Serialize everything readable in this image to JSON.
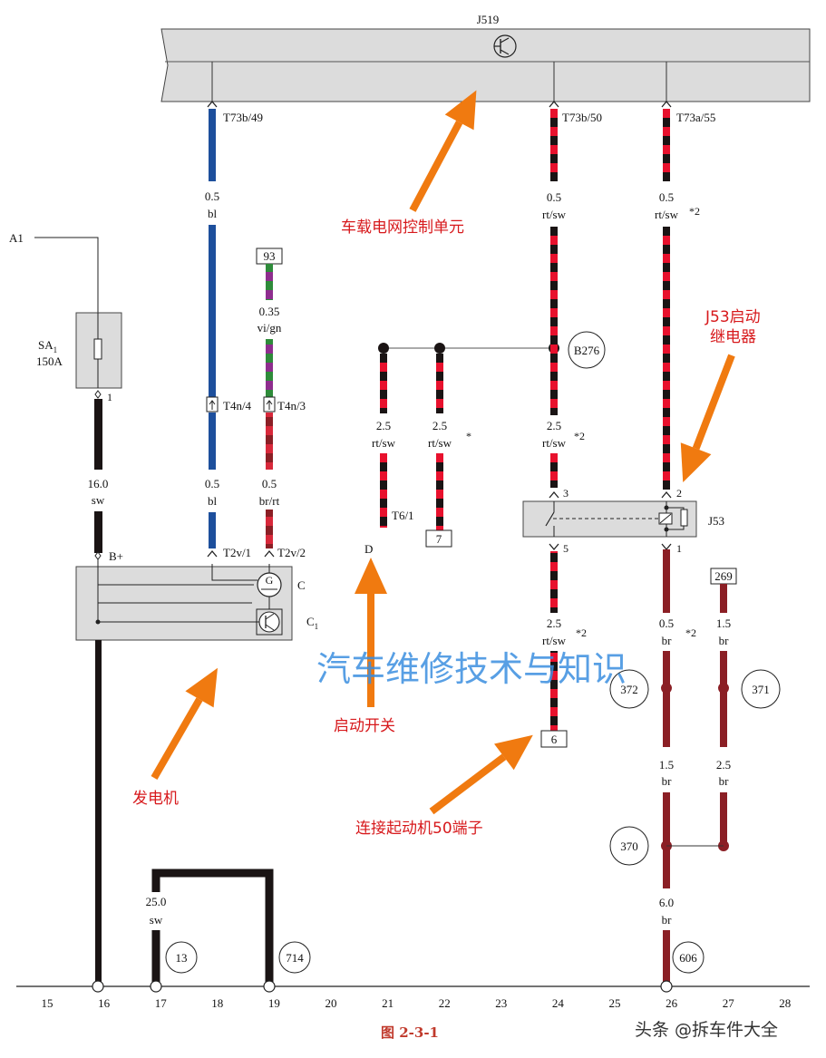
{
  "control_unit": {
    "name": "J519"
  },
  "pins": {
    "t73b49": "T73b/49",
    "t73b50": "T73b/50",
    "t73a55": "T73a/55",
    "t4n4": "T4n/4",
    "t4n3": "T4n/3",
    "t2v1": "T2v/1",
    "t2v2": "T2v/2",
    "t6_1": "T6/1"
  },
  "wires": {
    "w_bl_top": {
      "size": "0.5",
      "color": "bl"
    },
    "w_bl_bot": {
      "size": "0.5",
      "color": "bl"
    },
    "w_vign": {
      "size": "0.35",
      "color": "vi/gn"
    },
    "w_brrt": {
      "size": "0.5",
      "color": "br/rt"
    },
    "w_rtsw_24_top": {
      "size": "0.5",
      "color": "rt/sw"
    },
    "w_rtsw_26_top": {
      "size": "0.5",
      "color": "rt/sw",
      "note": "*2"
    },
    "w_rtsw_21": {
      "size": "2.5",
      "color": "rt/sw"
    },
    "w_rtsw_22": {
      "size": "2.5",
      "color": "rt/sw",
      "note": "*"
    },
    "w_rtsw_24_mid": {
      "size": "2.5",
      "color": "rt/sw",
      "note": "*2"
    },
    "w_rtsw_24_bot": {
      "size": "2.5",
      "color": "rt/sw",
      "note": "*2"
    },
    "w_br_26a": {
      "size": "0.5",
      "color": "br",
      "note": "*2"
    },
    "w_br_27a": {
      "size": "1.5",
      "color": "br"
    },
    "w_br_26b": {
      "size": "1.5",
      "color": "br"
    },
    "w_br_27b": {
      "size": "2.5",
      "color": "br"
    },
    "w_br_26c": {
      "size": "6.0",
      "color": "br"
    },
    "w_sw_16": {
      "size": "16.0",
      "color": "sw"
    },
    "w_sw_17": {
      "size": "25.0",
      "color": "sw"
    }
  },
  "components": {
    "a1": "A1",
    "sa1_main": "SA",
    "sa1_sub": "1",
    "sa1_rating": "150A",
    "sa1_pin": "1",
    "bplus": "B+",
    "gen_c": "C",
    "gen_c1_main": "C",
    "gen_c1_sub": "1",
    "gen_g": "G",
    "d": "D",
    "j53": "J53",
    "j53_pin2": "2",
    "j53_pin1": "1",
    "j53_pin3": "3",
    "j53_pin5": "5"
  },
  "boxes": {
    "b93": "93",
    "b7": "7",
    "b6": "6",
    "b269": "269"
  },
  "circles": {
    "b276": "B276",
    "c372": "372",
    "c371": "371",
    "c370": "370",
    "c13": "13",
    "c714": "714",
    "c606": "606"
  },
  "ground_numbers": [
    "15",
    "16",
    "17",
    "18",
    "19",
    "20",
    "21",
    "22",
    "23",
    "24",
    "25",
    "26",
    "27",
    "28"
  ],
  "annotations": {
    "bcm": "车载电网控制单元",
    "j53_line1": "J53启动",
    "j53_line2": "继电器",
    "ignition": "启动开关",
    "generator": "发电机",
    "starter": "连接起动机50端子"
  },
  "watermark": "汽车维修技术与知识",
  "caption": "图 2-3-1",
  "footer": "头条 @拆车件大全",
  "colors": {
    "blue_wire": "#1d4f9c",
    "red_wire": "#e8112d",
    "black_wire": "#1a1414",
    "brown_wire": "#8b1f25",
    "violet": "#8e2d8e",
    "green": "#2e8b3a",
    "panel": "#dcdcdc",
    "arrow": "#f07a10",
    "annotation": "#d7191c",
    "watermark": "#3b8fe0"
  }
}
